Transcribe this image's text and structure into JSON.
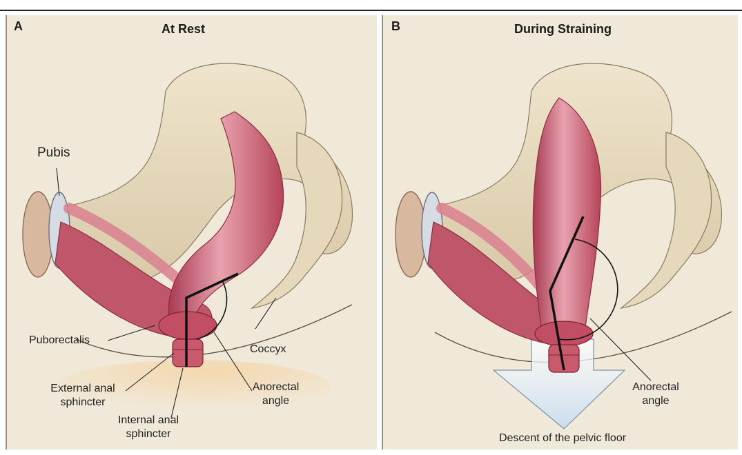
{
  "panel_a": {
    "letter": "A",
    "title": "At Rest",
    "labels": {
      "pubis": "Pubis",
      "puborectalis": "Puborectalis",
      "coccyx": "Coccyx",
      "external_line1": "External anal",
      "external_line2": "sphincter",
      "internal_line1": "Internal anal",
      "internal_line2": "sphincter",
      "anorectal_line1": "Anorectal",
      "anorectal_line2": "angle"
    }
  },
  "panel_b": {
    "letter": "B",
    "title": "During Straining",
    "labels": {
      "anorectal_line1": "Anorectal",
      "anorectal_line2": "angle",
      "descent": "Descent of the pelvic floor"
    }
  },
  "colors": {
    "background": "#f0e9d9",
    "bone": "#e8dcc3",
    "muscle": "#c85a6c",
    "muscle_light": "#e8a2ad",
    "arrow": "#dde8f3"
  }
}
